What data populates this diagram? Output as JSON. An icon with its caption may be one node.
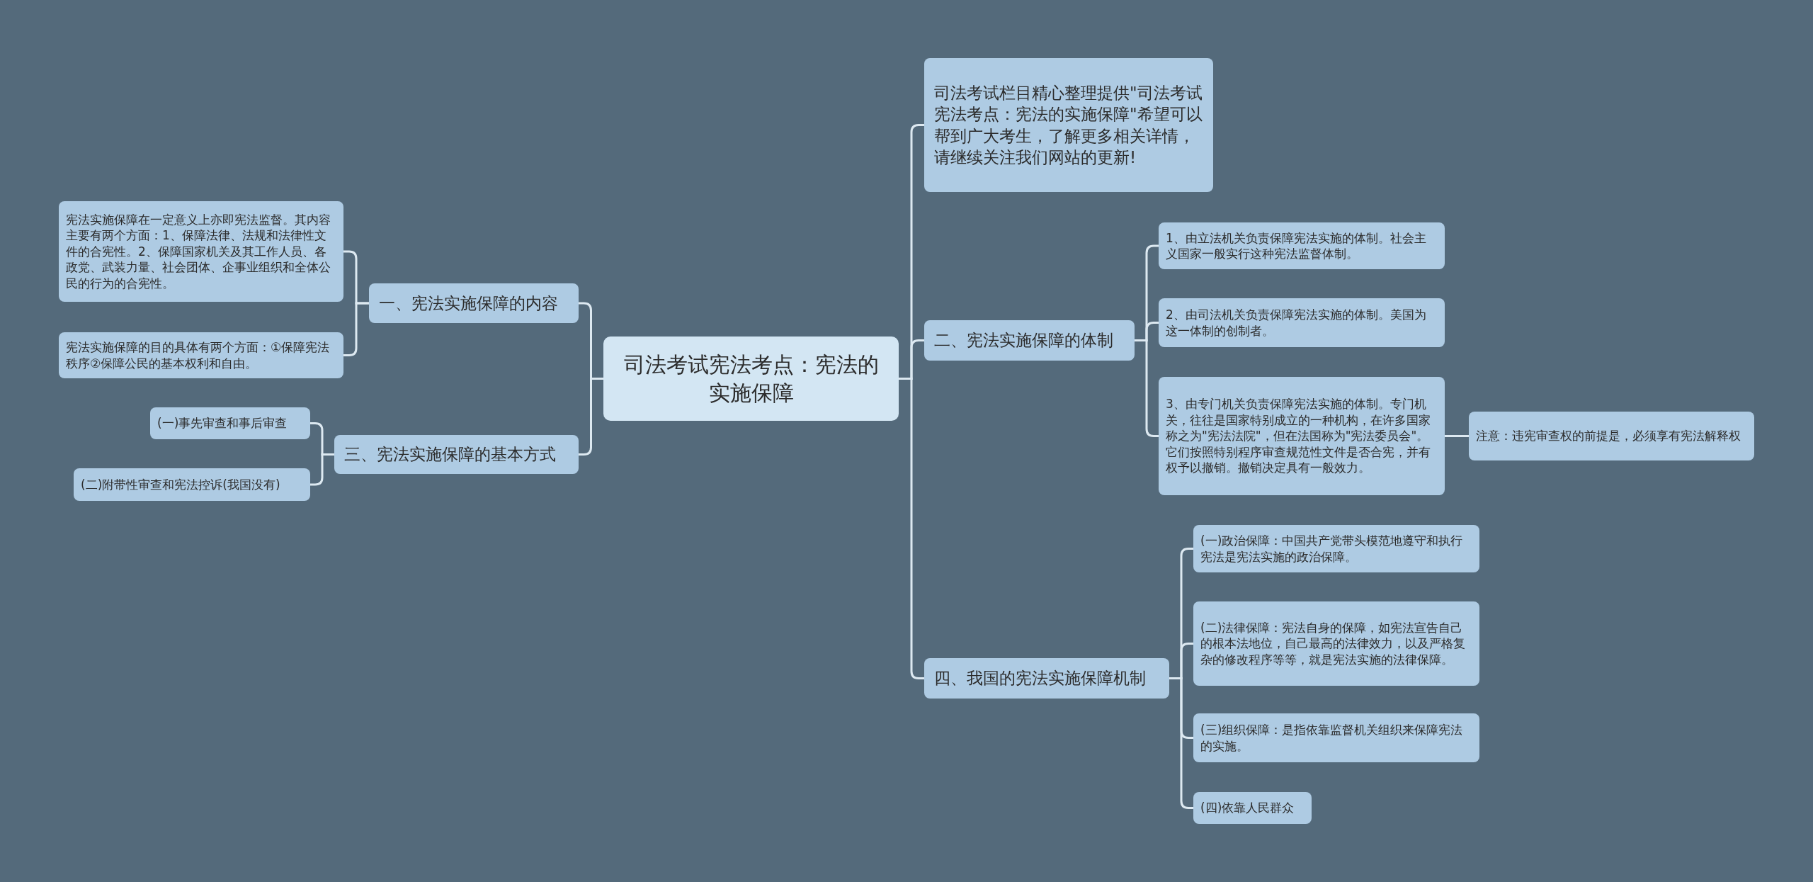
{
  "diagram": {
    "nodes": [
      {
        "text": [
          "司法考试宪法考点：宪法的实施保障"
        ]
      },
      {
        "text": [
          "一、宪法实施保障的内容"
        ]
      },
      {
        "text": [
          "宪法实施保障在一定意义上亦即宪法监督。其内容主要有两个方面：1、保障法律、法规和法律性文件的合宪性。2、保障国家机关及其工作人员、各政党、武装力量、社会团体、企事业组织和全体公民的行为的合宪性。"
        ]
      },
      {
        "text": [
          "宪法实施保障的目的具体有两个方面：①保障宪法秩序②保障公民的基本权利和自由。"
        ]
      },
      {
        "text": [
          "三、宪法实施保障的基本方式"
        ]
      },
      {
        "text": [
          "(一)事先审查和事后审查"
        ]
      },
      {
        "text": [
          "(二)附带性审查和宪法控诉(我国没有)"
        ]
      },
      {
        "text": [
          "司法考试栏目精心整理提供\"司法考试宪法考点：宪法的实施保障\"希望可以帮到广大考生，了解更多相关详情，请继续关注我们网站的更新!"
        ]
      },
      {
        "text": [
          "二、宪法实施保障的体制"
        ]
      },
      {
        "text": [
          "1、由立法机关负责保障宪法实施的体制。社会主义国家一般实行这种宪法监督体制。"
        ]
      },
      {
        "text": [
          "2、由司法机关负责保障宪法实施的体制。美国为这一体制的创制者。"
        ]
      },
      {
        "text": [
          "3、由专门机关负责保障宪法实施的体制。专门机关，往往是国家特别成立的一种机构，在许多国家称之为\"宪法法院\"，但在法国称为\"宪法委员会\"。它们按照特别程序审查规范性文件是否合宪，并有权予以撤销。撤销决定具有一般效力。"
        ]
      },
      {
        "text": [
          "注意：违宪审查权的前提是，必须享有宪法解释权"
        ]
      },
      {
        "text": [
          "四、我国的宪法实施保障机制"
        ]
      },
      {
        "text": [
          "(一)政治保障：中国共产党带头模范地遵守和执行宪法是宪法实施的政治保障。"
        ]
      },
      {
        "text": [
          "(二)法律保障：宪法自身的保障，如宪法宣告自己的根本法地位，自己最高的法律效力，以及严格复杂的修改程序等等，就是宪法实施的法律保障。"
        ]
      },
      {
        "text": [
          "(三)组织保障：是指依靠监督机关组织来保障宪法的实施。"
        ]
      },
      {
        "text": [
          "(四)依靠人民群众"
        ]
      }
    ],
    "edges": [
      {
        "from": 0,
        "to": 1,
        "arrow": "none"
      },
      {
        "from": 1,
        "to": 2,
        "arrow": "none"
      },
      {
        "from": 1,
        "to": 3,
        "arrow": "none"
      },
      {
        "from": 0,
        "to": 4,
        "arrow": "none"
      },
      {
        "from": 4,
        "to": 5,
        "arrow": "none"
      },
      {
        "from": 4,
        "to": 6,
        "arrow": "none"
      },
      {
        "from": 0,
        "to": 7,
        "arrow": "none"
      },
      {
        "from": 0,
        "to": 8,
        "arrow": "none"
      },
      {
        "from": 8,
        "to": 9,
        "arrow": "none"
      },
      {
        "from": 8,
        "to": 10,
        "arrow": "none"
      },
      {
        "from": 8,
        "to": 11,
        "arrow": "none"
      },
      {
        "from": 11,
        "to": 12,
        "arrow": "none"
      },
      {
        "from": 0,
        "to": 13,
        "arrow": "none"
      },
      {
        "from": 13,
        "to": 14,
        "arrow": "none"
      },
      {
        "from": 13,
        "to": 15,
        "arrow": "none"
      },
      {
        "from": 13,
        "to": 16,
        "arrow": "none"
      },
      {
        "from": 13,
        "to": 17,
        "arrow": "none"
      }
    ]
  }
}
